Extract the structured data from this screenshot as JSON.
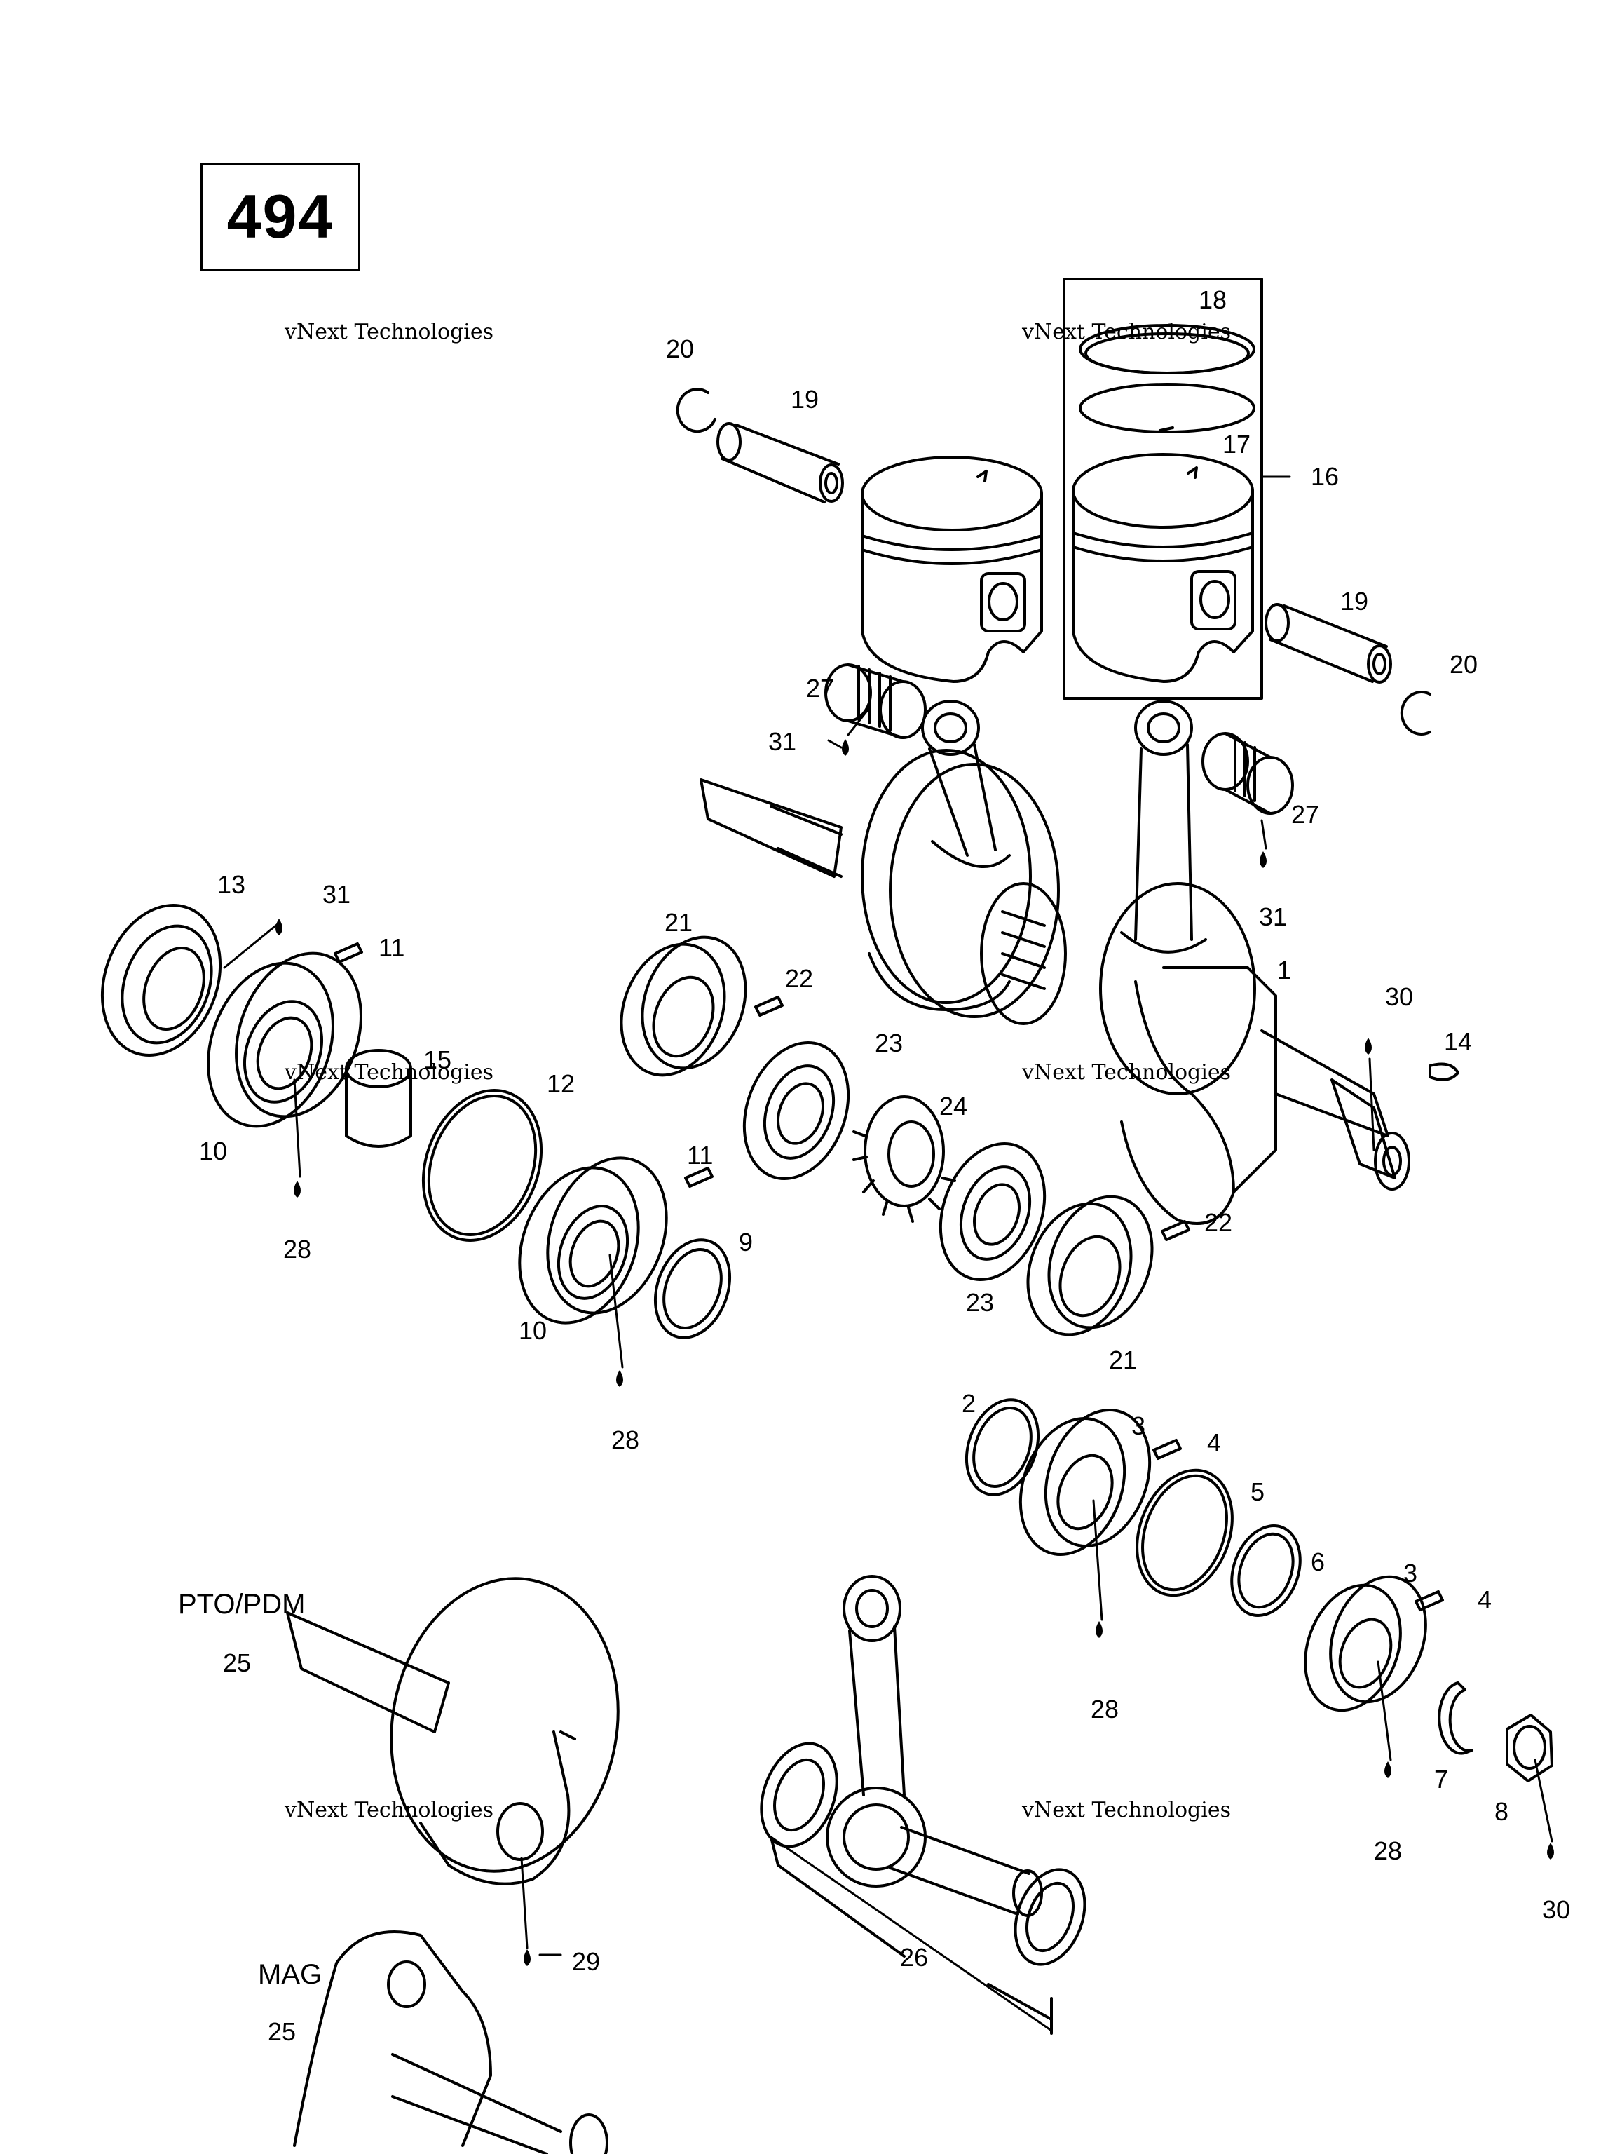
{
  "page_number": "494",
  "watermark": {
    "line1": "vNext Technologies",
    "faint_top": "vNext",
    "faint_bottom": "Technologies"
  },
  "sections": {
    "pto": "PTO/PDM",
    "mag": "MAG"
  },
  "callouts": [
    {
      "id": "c20a",
      "text": "20"
    },
    {
      "id": "c19a",
      "text": "19"
    },
    {
      "id": "c18",
      "text": "18"
    },
    {
      "id": "c17",
      "text": "17"
    },
    {
      "id": "c16",
      "text": "16"
    },
    {
      "id": "c19b",
      "text": "19"
    },
    {
      "id": "c20b",
      "text": "20"
    },
    {
      "id": "c27a",
      "text": "27"
    },
    {
      "id": "c31a",
      "text": "31"
    },
    {
      "id": "c27b",
      "text": "27"
    },
    {
      "id": "c31b",
      "text": "31"
    },
    {
      "id": "c13",
      "text": "13"
    },
    {
      "id": "c31c",
      "text": "31"
    },
    {
      "id": "c11a",
      "text": "11"
    },
    {
      "id": "c21a",
      "text": "21"
    },
    {
      "id": "c22a",
      "text": "22"
    },
    {
      "id": "c1",
      "text": "1"
    },
    {
      "id": "c30a",
      "text": "30"
    },
    {
      "id": "c14",
      "text": "14"
    },
    {
      "id": "c15",
      "text": "15"
    },
    {
      "id": "c12",
      "text": "12"
    },
    {
      "id": "c23a",
      "text": "23"
    },
    {
      "id": "c24",
      "text": "24"
    },
    {
      "id": "c10a",
      "text": "10"
    },
    {
      "id": "c28a",
      "text": "28"
    },
    {
      "id": "c11b",
      "text": "11"
    },
    {
      "id": "c9",
      "text": "9"
    },
    {
      "id": "c22b",
      "text": "22"
    },
    {
      "id": "c23b",
      "text": "23"
    },
    {
      "id": "c21b",
      "text": "21"
    },
    {
      "id": "c10b",
      "text": "10"
    },
    {
      "id": "c28b",
      "text": "28"
    },
    {
      "id": "c2",
      "text": "2"
    },
    {
      "id": "c3a",
      "text": "3"
    },
    {
      "id": "c4a",
      "text": "4"
    },
    {
      "id": "c5",
      "text": "5"
    },
    {
      "id": "c6",
      "text": "6"
    },
    {
      "id": "c3b",
      "text": "3"
    },
    {
      "id": "c4b",
      "text": "4"
    },
    {
      "id": "c28c",
      "text": "28"
    },
    {
      "id": "c7",
      "text": "7"
    },
    {
      "id": "c8",
      "text": "8"
    },
    {
      "id": "c28d",
      "text": "28"
    },
    {
      "id": "c30b",
      "text": "30"
    },
    {
      "id": "c25a",
      "text": "25"
    },
    {
      "id": "c29",
      "text": "29"
    },
    {
      "id": "c26",
      "text": "26"
    },
    {
      "id": "c25b",
      "text": "25"
    }
  ]
}
